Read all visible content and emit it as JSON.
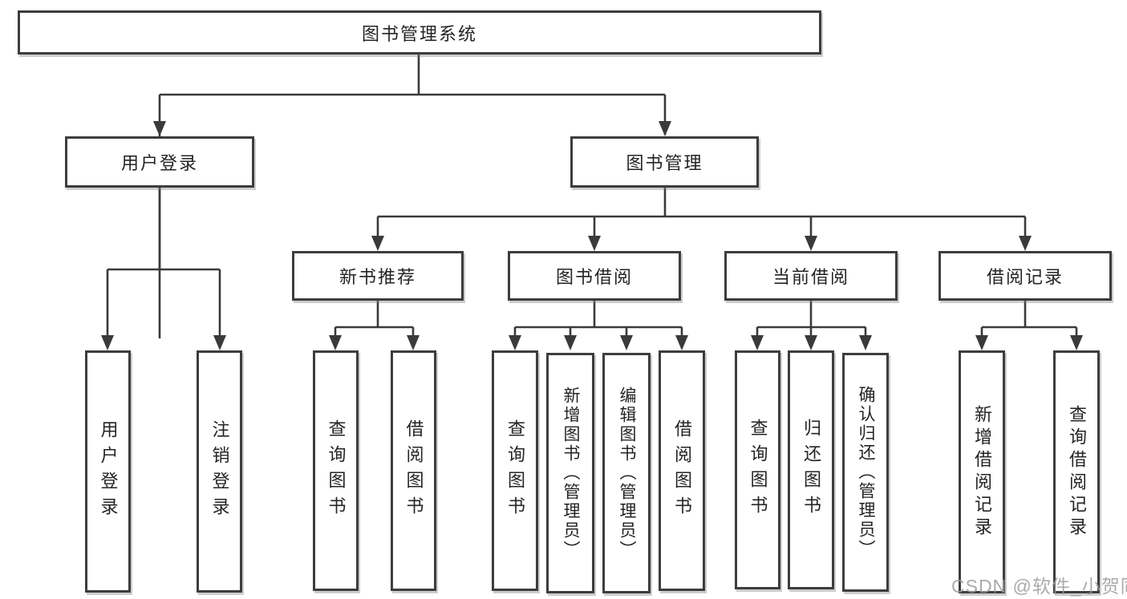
{
  "nodes": {
    "root": {
      "label": "图书管理系统"
    },
    "user_login": {
      "label": "用户登录"
    },
    "book_mgmt": {
      "label": "图书管理"
    },
    "new_book_rec": {
      "label": "新书推荐"
    },
    "book_borrow": {
      "label": "图书借阅"
    },
    "current_borrow": {
      "label": "当前借阅"
    },
    "borrow_record": {
      "label": "借阅记录"
    },
    "leaf_user_login": {
      "label": "用户登录"
    },
    "leaf_logout": {
      "label": "注销登录"
    },
    "leaf_nbr_query": {
      "label": "查询图书"
    },
    "leaf_nbr_borrow": {
      "label": "借阅图书"
    },
    "leaf_bb_query": {
      "label": "查询图书"
    },
    "leaf_bb_add": {
      "label": "新增图书（管理员）"
    },
    "leaf_bb_edit": {
      "label": "编辑图书（管理员）"
    },
    "leaf_bb_borrow": {
      "label": "借阅图书"
    },
    "leaf_cb_query": {
      "label": "查询图书"
    },
    "leaf_cb_return": {
      "label": "归还图书"
    },
    "leaf_cb_confirm": {
      "label": "确认归还（管理员）"
    },
    "leaf_br_add": {
      "label": "新增借阅记录"
    },
    "leaf_br_query": {
      "label": "查询借阅记录"
    }
  },
  "watermark": {
    "text": "CSDN @软件_小贺同学"
  },
  "colors": {
    "border": "#3d3d3d",
    "line": "#3a3a3a",
    "text": "#242424",
    "background": "#ffffff",
    "watermark": "#9c9c9c"
  }
}
